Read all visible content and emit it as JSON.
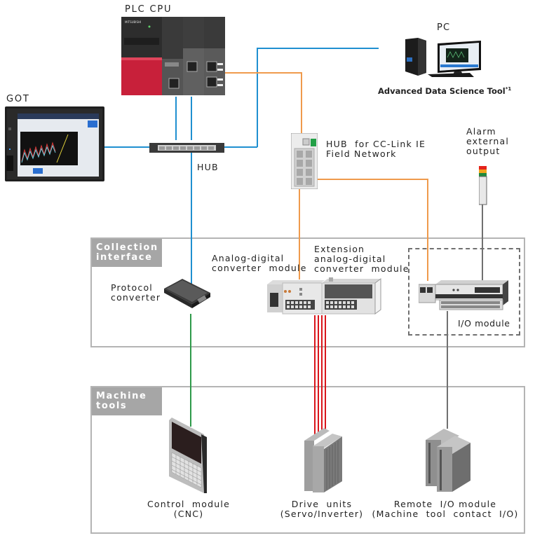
{
  "diagram": {
    "devices": {
      "plc_cpu": {
        "label": "PLC CPU"
      },
      "pc": {
        "label": "PC",
        "software": "Advanced Data Science Tool",
        "footnote": "*1"
      },
      "got": {
        "label": "GOT"
      },
      "hub": {
        "label": "HUB"
      },
      "cc_hub": {
        "label": "HUB  for CC-Link IE\nField Network"
      },
      "alarm": {
        "label": "Alarm\nexternal\noutput"
      },
      "protocol_converter": {
        "label": "Protocol\nconverter"
      },
      "ad_module": {
        "label": "Analog-digital\nconverter  module"
      },
      "ext_ad_module": {
        "label": "Extension\nanalog-digital\nconverter  module"
      },
      "io_module": {
        "label": "I/O module"
      },
      "cnc": {
        "label": "Control  module\n(CNC)"
      },
      "drive_units": {
        "label": "Drive  units\n(Servo/Inverter)"
      },
      "remote_io": {
        "label": "Remote  I/O module\n(Machine  tool  contact  I/O)"
      }
    },
    "sections": {
      "collection": {
        "title": "Collection\ninterface"
      },
      "machine": {
        "title": "Machine\ntools"
      }
    },
    "colors": {
      "ethernet": "#1f8fd0",
      "cclink": "#ef9a4c",
      "serial": "#2e9a4a",
      "analog": "#d9151b",
      "io": "#707070",
      "plc_red": "#c8203a",
      "alarm_red": "#e5231b",
      "alarm_yellow": "#f2a51c",
      "alarm_green": "#1f8a3c"
    }
  }
}
